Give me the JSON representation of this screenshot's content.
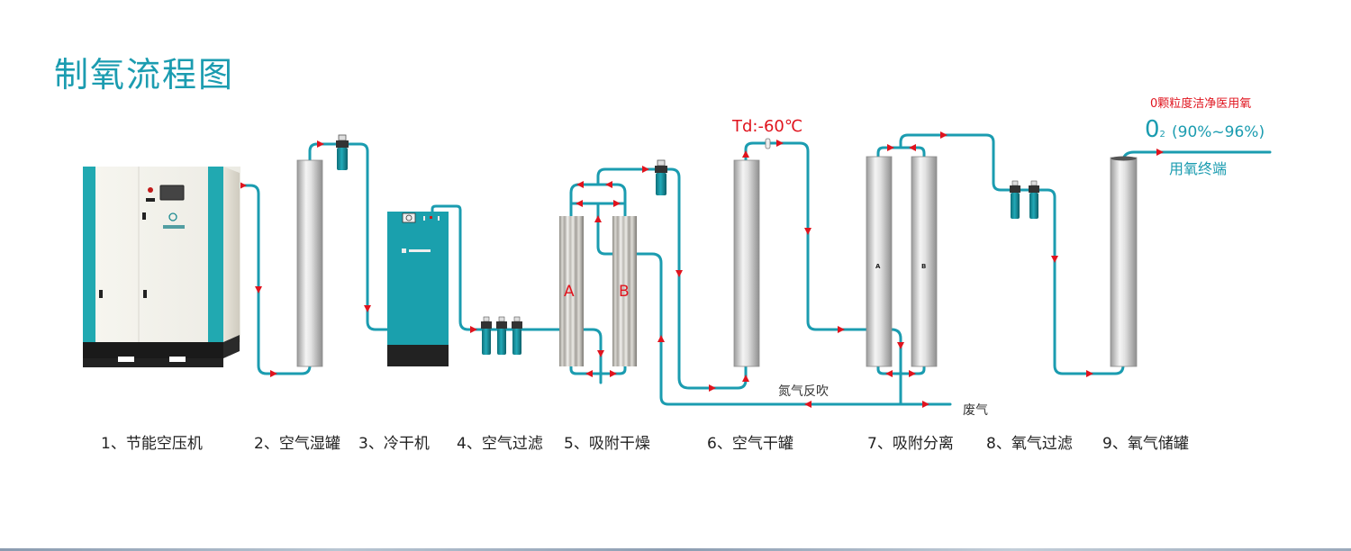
{
  "title": "制氧流程图",
  "colors": {
    "title": "#1b9cb0",
    "pipe": "#1b9cb0",
    "arrow": "#e0141e",
    "annotation_red": "#e0141e",
    "label": "#222222",
    "teal_equipment": "#1a9aa8"
  },
  "annotations": {
    "dew_point": "Td:-60℃",
    "purity_note": "0颗粒度洁净医用氧",
    "o2_symbol": "0",
    "o2_subscript": "2",
    "o2_range": "(90%~96%)",
    "endpoint": "用氧终端",
    "nitrogen_backflush": "氮气反吹",
    "exhaust": "废气",
    "adsorber_a": "A",
    "adsorber_b": "B",
    "column_a": "A",
    "column_b": "B"
  },
  "steps": [
    {
      "label": "1、节能空压机"
    },
    {
      "label": "2、空气湿罐"
    },
    {
      "label": "3、冷干机"
    },
    {
      "label": "4、空气过滤"
    },
    {
      "label": "5、吸附干燥"
    },
    {
      "label": "6、空气干罐"
    },
    {
      "label": "7、吸附分离"
    },
    {
      "label": "8、氧气过滤"
    },
    {
      "label": "9、氧气储罐"
    }
  ]
}
